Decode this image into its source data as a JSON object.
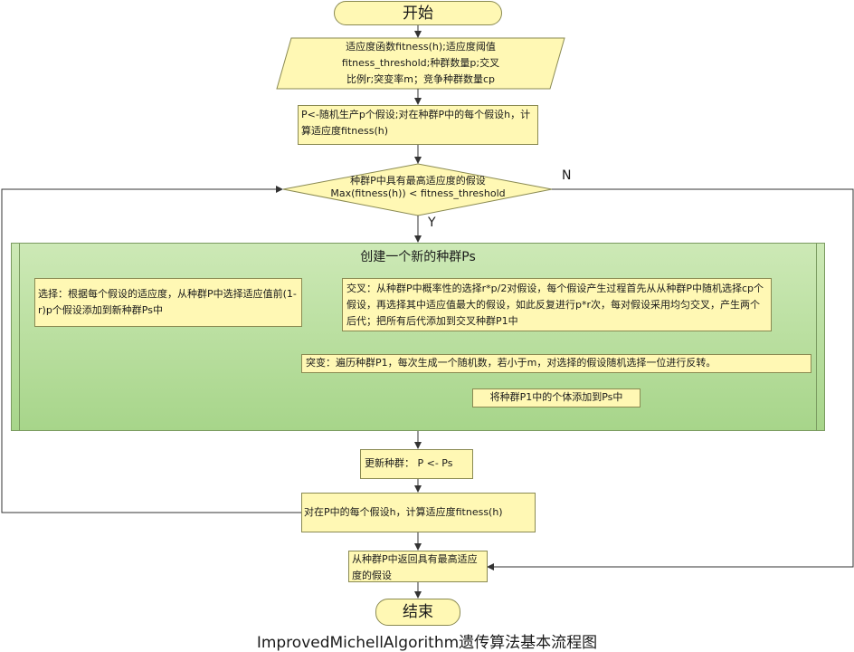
{
  "start": "开始",
  "end": "结束",
  "input": {
    "lines": [
      "适应度函数fitness(h);适应度阈值",
      "fitness_threshold;种群数量p;交叉",
      "比例r;突变率m；竞争种群数量cp"
    ]
  },
  "init": "P<-随机生产p个假设;对在种群P中的每个假设h，计算适应度fitness(h)",
  "decision": {
    "line1": "种群P中具有最高适应度的假设",
    "line2": "Max(fitness(h))  < fitness_threshold",
    "yes": "Y",
    "no": "N"
  },
  "panel": {
    "title": "创建一个新的种群Ps",
    "select": "选择：根据每个假设的适应度，从种群P中选择适应值前(1-r)p个假设添加到新种群Ps中",
    "crossover": "交叉：从种群P中概率性的选择r*p/2对假设，每个假设产生过程首先从从种群P中随机选择cp个假设，再选择其中适应值最大的假设，如此反复进行p*r次，每对假设采用均匀交叉，产生两个后代；把所有后代添加到交叉种群P1中",
    "mutation": "突变：遍历种群P1，每次生成一个随机数，若小于m，对选择的假设随机选择一位进行反转。",
    "add": "将种群P1中的个体添加到Ps中"
  },
  "update": "更新种群：  P <- Ps",
  "evaluate": "对在P中的每个假设h，计算适应度fitness(h)",
  "return": "从种群P中返回具有最高适应度的假设",
  "caption": "ImprovedMichellAlgorithm遗传算法基本流程图"
}
